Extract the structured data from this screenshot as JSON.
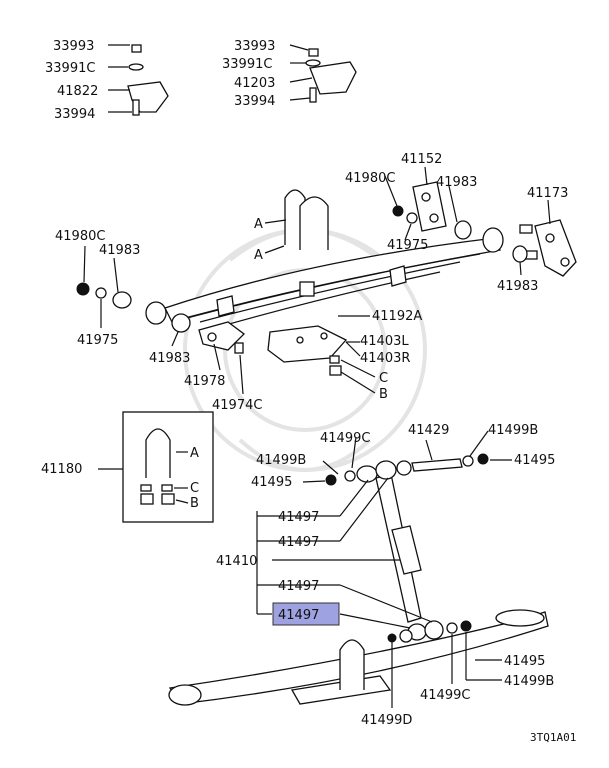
{
  "diagram": {
    "code": "3TQ1A01",
    "highlight_color": "#9fa2e0",
    "callouts": {
      "n33993_a": "33993",
      "n33991c_a": "33991C",
      "n41822": "41822",
      "n33994_a": "33994",
      "n33993_b": "33993",
      "n33991c_b": "33991C",
      "n41203": "41203",
      "n33994_b": "33994",
      "n41152": "41152",
      "n41980c_a": "41980C",
      "n41983_a": "41983",
      "n41173": "41173",
      "n41975_a": "41975",
      "n41983_b": "41983",
      "A_top1": "A",
      "A_top2": "A",
      "n41980c_b": "41980C",
      "n41983_c": "41983",
      "n41975_b": "41975",
      "n41192a": "41192A",
      "n41403l": "41403L",
      "n41403r": "41403R",
      "C_top": "C",
      "B_top": "B",
      "n41983_d": "41983",
      "n41978": "41978",
      "n41974c": "41974C",
      "n41180": "41180",
      "A_box": "A",
      "C_box": "C",
      "B_box": "B",
      "n41499c_a": "41499C",
      "n41429": "41429",
      "n41499b_a": "41499B",
      "n41499b_b": "41499B",
      "n41495_a": "41495",
      "n41495_b": "41495",
      "n41497_a": "41497",
      "n41497_b": "41497",
      "n41410": "41410",
      "n41497_c": "41497",
      "n41497_d": "41497",
      "n41495_c": "41495",
      "n41499b_c": "41499B",
      "n41499c_b": "41499C",
      "n41499d": "41499D"
    }
  }
}
